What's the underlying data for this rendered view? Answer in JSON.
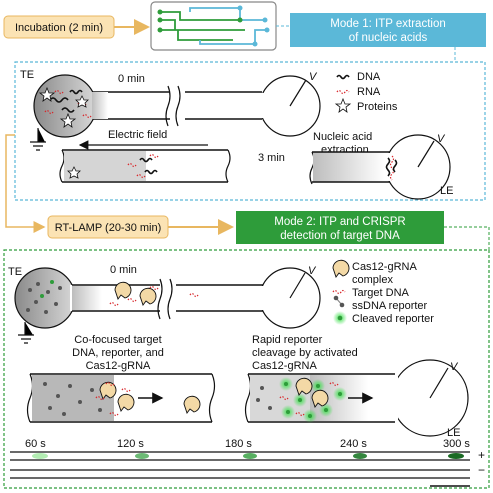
{
  "steps": {
    "incubation": "Incubation (2 min)",
    "rtlamp": "RT-LAMP (20-30 min)"
  },
  "mode1": {
    "title_line1": "Mode 1: ITP extraction",
    "title_line2": "of nucleic acids",
    "te_label": "TE",
    "le_label": "LE",
    "v_label": "V",
    "time_start": "0 min",
    "time_end": "3 min",
    "electric_field": "Electric field",
    "extraction_line1": "Nucleic acid",
    "extraction_line2": "extraction",
    "legend": [
      {
        "icon": "dna-icon",
        "label": "DNA"
      },
      {
        "icon": "rna-icon",
        "label": "RNA"
      },
      {
        "icon": "protein-star-icon",
        "label": "Proteins"
      }
    ]
  },
  "mode2": {
    "title_line1": "Mode 2: ITP and CRISPR",
    "title_line2": "detection of target DNA",
    "te_label": "TE",
    "le_label": "LE",
    "v_label": "V",
    "time_start": "0 min",
    "cofocus_line1": "Co-focused target",
    "cofocus_line2": "DNA, reporter, and",
    "cofocus_line3": "Cas12-gRNA",
    "cleave_line1": "Rapid reporter",
    "cleave_line2": "cleavage by activated",
    "cleave_line3": "Cas12-gRNA",
    "legend": [
      {
        "icon": "cas12-complex-icon",
        "label": "Cas12-gRNA"
      },
      {
        "icon": "",
        "label": "complex"
      },
      {
        "icon": "target-dna-icon",
        "label": "Target DNA"
      },
      {
        "icon": "ssdna-reporter-icon",
        "label": "ssDNA reporter"
      },
      {
        "icon": "cleaved-reporter-icon",
        "label": "Cleaved reporter"
      }
    ]
  },
  "timeline": {
    "ticks": [
      "60 s",
      "120 s",
      "180 s",
      "240 s",
      "300 s"
    ],
    "plus": "+",
    "minus": "−"
  },
  "colors": {
    "step_box_fill": "#fbe3b4",
    "step_box_stroke": "#e8b760",
    "mode1_fill": "#5bb8d8",
    "mode1_dash": "#5bb8d8",
    "mode2_fill": "#2e9c3a",
    "mode2_dash": "#2e9c3a",
    "rna": "#d8262a",
    "glow": "#4fdc5a"
  }
}
